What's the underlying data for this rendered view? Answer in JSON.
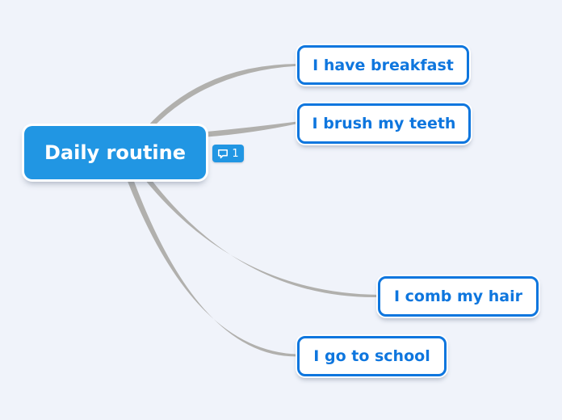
{
  "app": {
    "type": "mind-map",
    "background_color": "#f0f3fa",
    "connector_color": "#b1b0ad"
  },
  "root_topic": {
    "label": "Daily routine",
    "fill_color": "#2196e3",
    "text_color": "#ffffff",
    "comment_badge": {
      "count": "1",
      "fill_color": "#2196e3",
      "icon": "speech-bubble"
    }
  },
  "topics": [
    {
      "label": "I have breakfast"
    },
    {
      "label": "I brush my teeth"
    },
    {
      "label": "I comb my hair"
    },
    {
      "label": "I go to school"
    }
  ],
  "topic_style": {
    "fill_color": "#ffffff",
    "border_color": "#0e76de",
    "text_color": "#0e76de"
  }
}
